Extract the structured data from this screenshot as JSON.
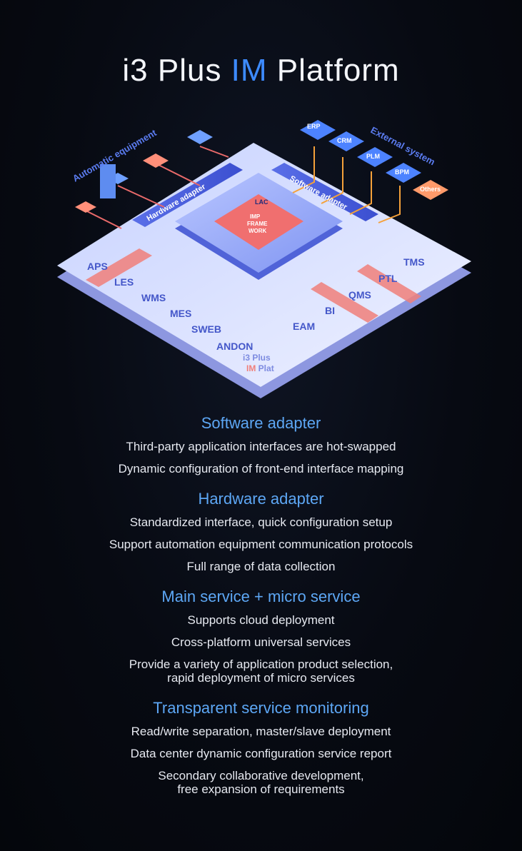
{
  "title": {
    "pre": "i3 Plus ",
    "accent": "IM",
    "post": " Platform"
  },
  "diagram": {
    "group_automatic": "Automatic equipment",
    "group_external": "External system",
    "hardware_adapter": "Hardware adapter",
    "software_adapter": "Software adapter",
    "core_lac": "LAC",
    "core_framework": [
      "IMP",
      "FRAME",
      "WORK"
    ],
    "external_systems": [
      "ERP",
      "CRM",
      "PLM",
      "BPM",
      "Others"
    ],
    "left_modules": [
      "APS",
      "LES",
      "WMS",
      "MES",
      "SWEB",
      "ANDON"
    ],
    "right_modules": [
      "EAM",
      "BI",
      "QMS",
      "PTL",
      "TMS"
    ],
    "plate_line1": "i3 Plus",
    "plate_line2_accent": "IM",
    "plate_line2_rest": " Plat",
    "colors": {
      "accent": "#3d8bff",
      "heading": "#5da7f5",
      "module_bar": "#f07f7a",
      "wire": "#f5a13a"
    }
  },
  "sections": [
    {
      "heading": "Software adapter",
      "lines": [
        "Third-party application interfaces are hot-swapped",
        "Dynamic configuration of front-end interface mapping"
      ]
    },
    {
      "heading": "Hardware adapter",
      "lines": [
        "Standardized interface, quick configuration setup",
        "Support automation equipment communication protocols",
        "Full range of data collection"
      ]
    },
    {
      "heading": "Main service + micro service",
      "lines": [
        "Supports cloud deployment",
        "Cross-platform universal services",
        "Provide a variety of application product selection,\nrapid deployment of micro services"
      ]
    },
    {
      "heading": "Transparent service monitoring",
      "lines": [
        "Read/write separation, master/slave deployment",
        "Data center dynamic configuration service report",
        "Secondary collaborative development,\nfree expansion of requirements"
      ]
    }
  ]
}
